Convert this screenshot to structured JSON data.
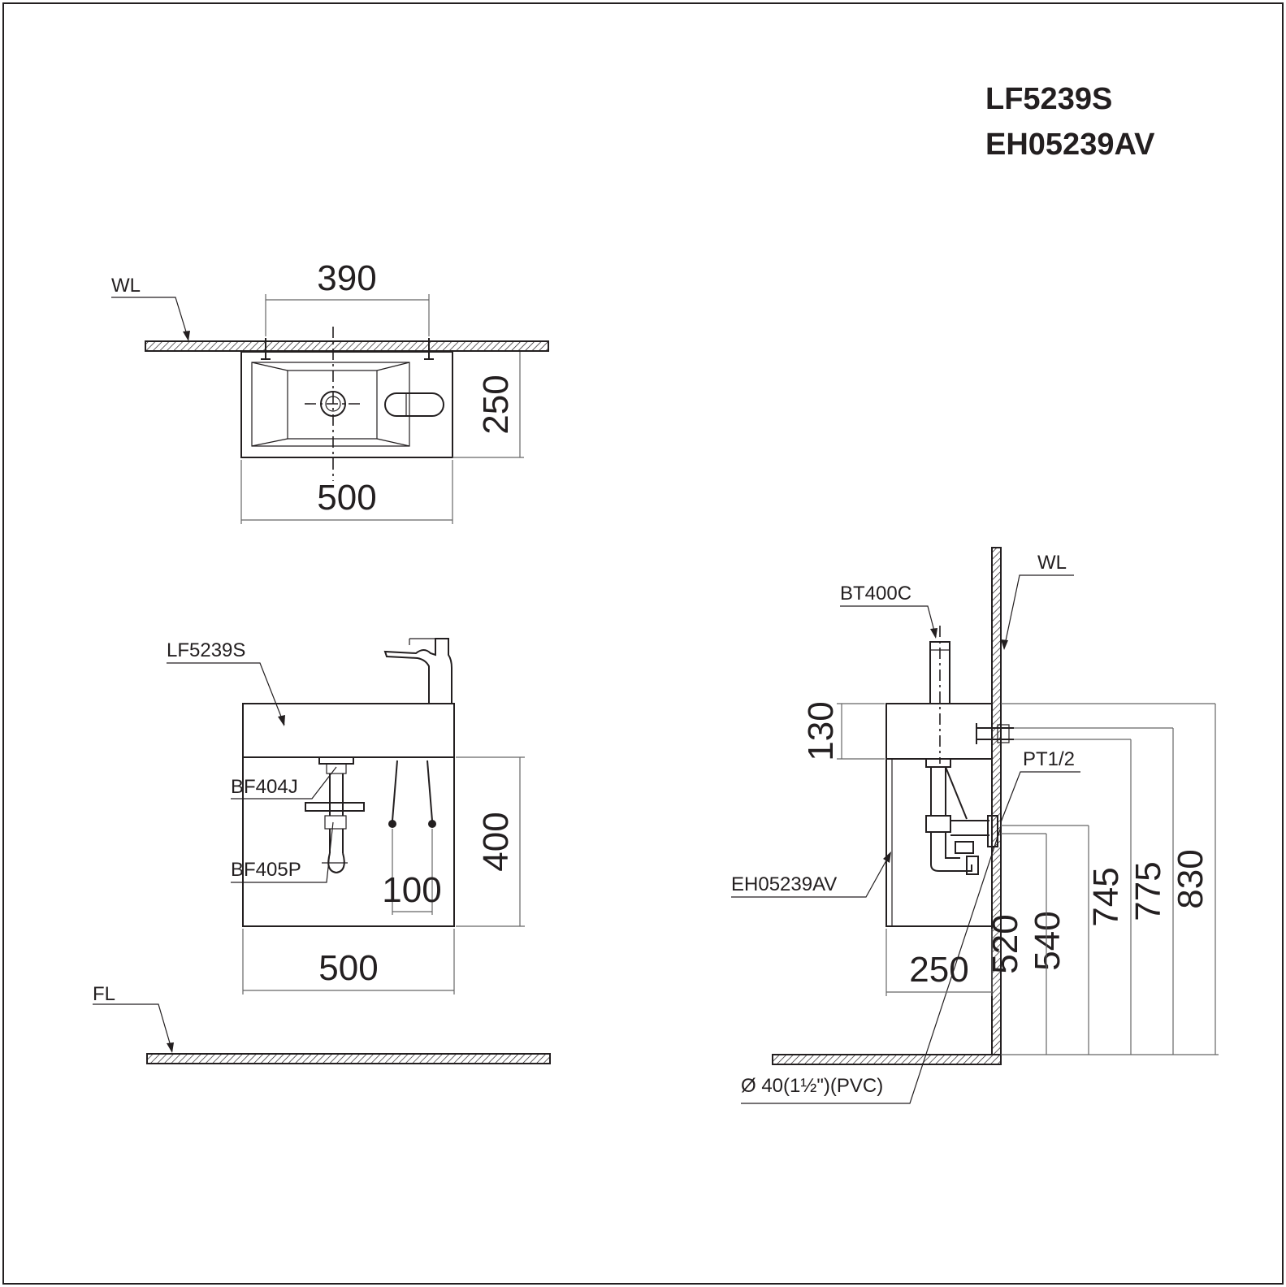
{
  "title": {
    "line1": "LF5239S",
    "line2": "EH05239AV"
  },
  "top_view": {
    "wall_label": "WL",
    "dim_mount_spacing": "390",
    "dim_depth": "250",
    "dim_width": "500"
  },
  "front_view": {
    "basin_label": "LF5239S",
    "waste_label": "BF404J",
    "trap_label": "BF405P",
    "dim_cabinet_height": "400",
    "dim_leg_spacing": "100",
    "dim_width": "500",
    "floor_label": "FL"
  },
  "side_view": {
    "wall_label": "WL",
    "faucet_label": "BT400C",
    "supply_label": "PT1/2",
    "cabinet_label": "EH05239AV",
    "drain_label": "Ø  40(1½\")(PVC)",
    "dim_basin_height": "130",
    "dim_depth": "250",
    "dim_520": "520",
    "dim_540": "540",
    "dim_745": "745",
    "dim_775": "775",
    "dim_830": "830"
  }
}
